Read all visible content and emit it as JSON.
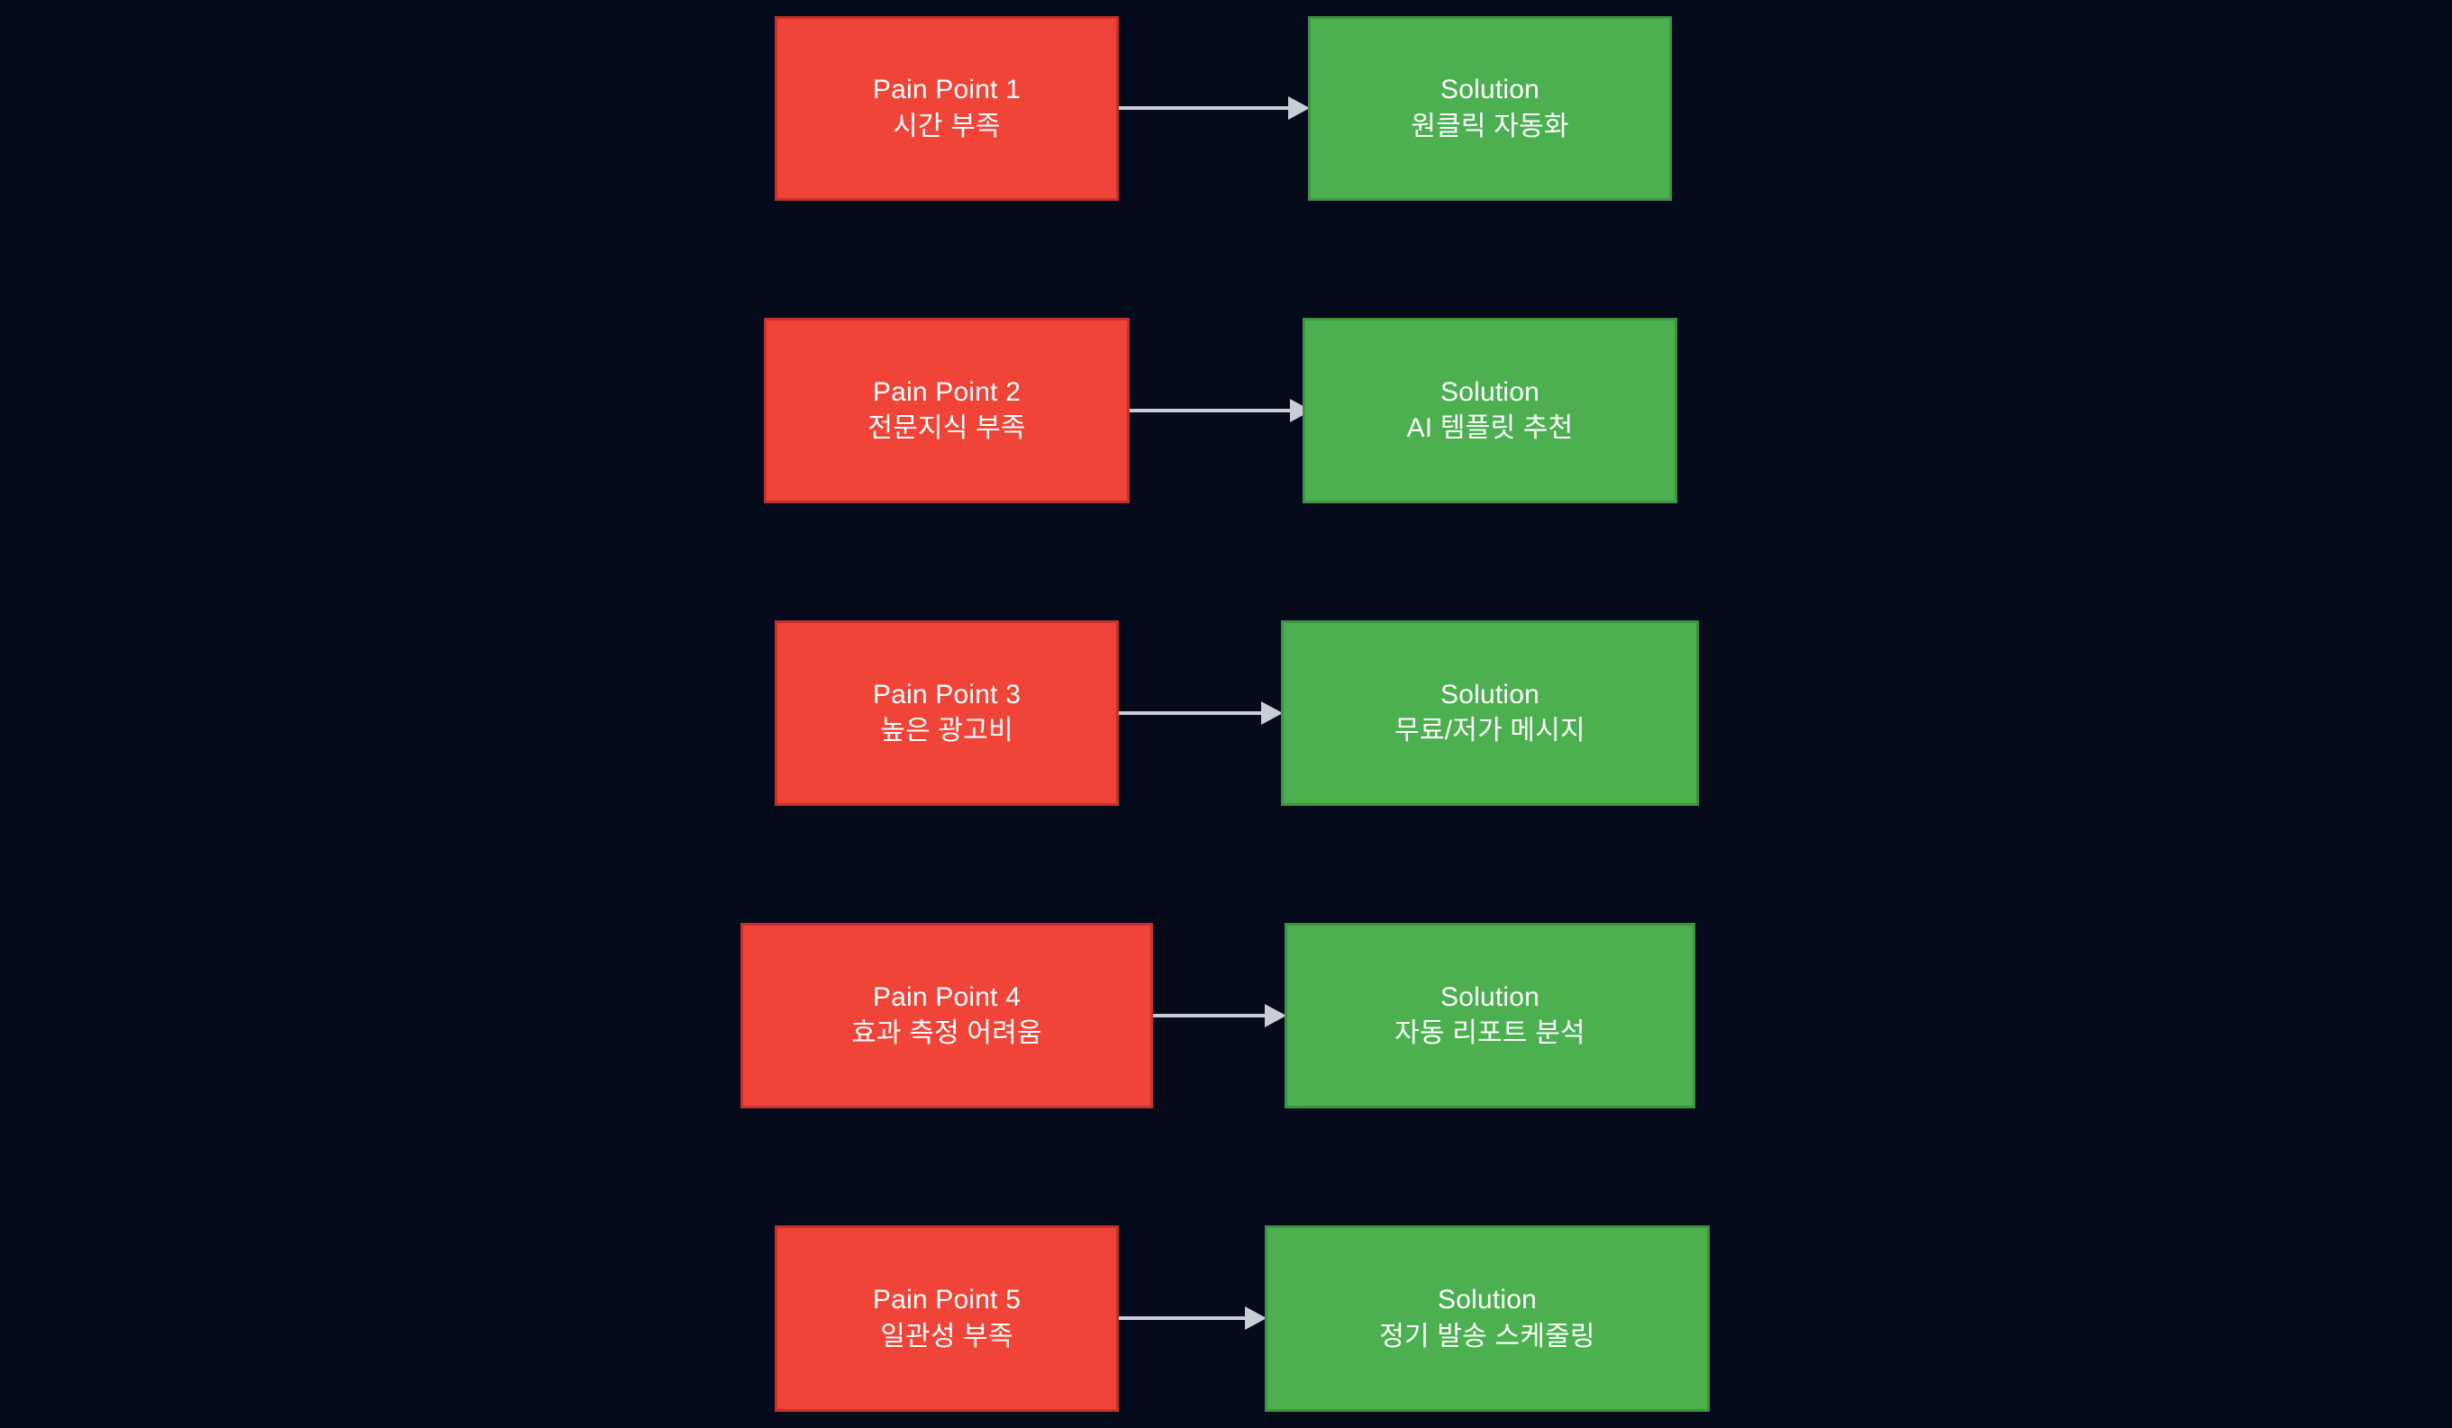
{
  "diagram": {
    "type": "flowchart",
    "orientation": "left-to-right-pairs",
    "background_color": "#060b1c",
    "pain_color": "#f04438",
    "pain_border_color": "#c8302b",
    "solution_color": "#4cb050",
    "solution_border_color": "#3f9443",
    "edge_color": "#c9ced6",
    "text_color": "#ffffff",
    "rows": [
      {
        "id": "row-1",
        "pain": {
          "title": "Pain Point 1",
          "detail": "시간 부족"
        },
        "solution": {
          "title": "Solution",
          "detail": "원클릭 자동화"
        },
        "edge_label": ""
      },
      {
        "id": "row-2",
        "pain": {
          "title": "Pain Point 2",
          "detail": "전문지식 부족"
        },
        "solution": {
          "title": "Solution",
          "detail": "AI 템플릿 추천"
        },
        "edge_label": ""
      },
      {
        "id": "row-3",
        "pain": {
          "title": "Pain Point 3",
          "detail": "높은 광고비"
        },
        "solution": {
          "title": "Solution",
          "detail": "무료/저가 메시지"
        },
        "edge_label": ""
      },
      {
        "id": "row-4",
        "pain": {
          "title": "Pain Point 4",
          "detail": "효과 측정 어려움"
        },
        "solution": {
          "title": "Solution",
          "detail": "자동 리포트 분석"
        },
        "edge_label": ""
      },
      {
        "id": "row-5",
        "pain": {
          "title": "Pain Point 5",
          "detail": "일관성 부족"
        },
        "solution": {
          "title": "Solution",
          "detail": "정기 발송 스케줄링"
        },
        "edge_label": ""
      }
    ]
  }
}
